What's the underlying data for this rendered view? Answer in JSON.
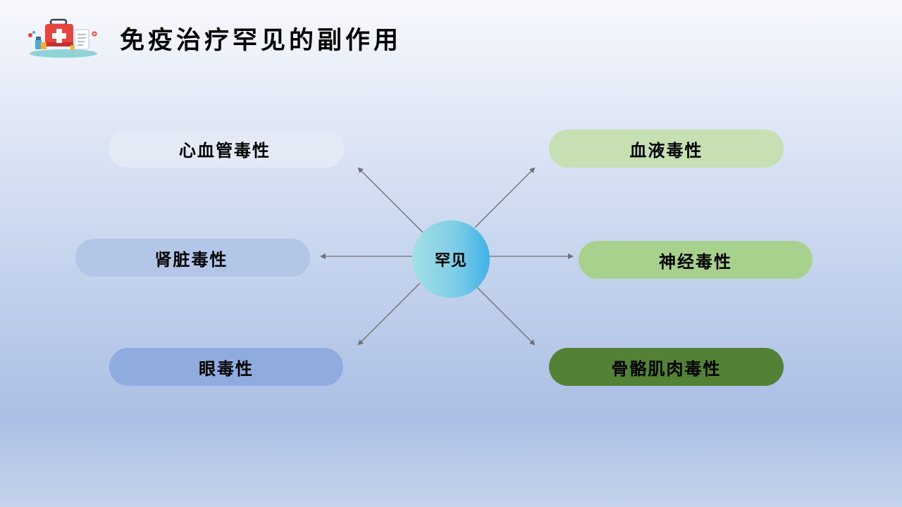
{
  "title": "免疫治疗罕见的副作用",
  "center": {
    "label": "罕见"
  },
  "nodes": {
    "cardio": "心血管毒性",
    "kidney": "肾脏毒性",
    "eye": "眼毒性",
    "blood": "血液毒性",
    "neuro": "神经毒性",
    "musculo": "骨骼肌肉毒性"
  },
  "colors": {
    "cardio": "#e3e9f5",
    "kidney": "#b3c6e8",
    "eye": "#90abdd",
    "blood": "#c6e0b4",
    "neuro": "#a9d18e",
    "musculo": "#538135",
    "arrow": "#6f6f6f"
  },
  "icons": {
    "logo": "medical-kit-icon"
  }
}
